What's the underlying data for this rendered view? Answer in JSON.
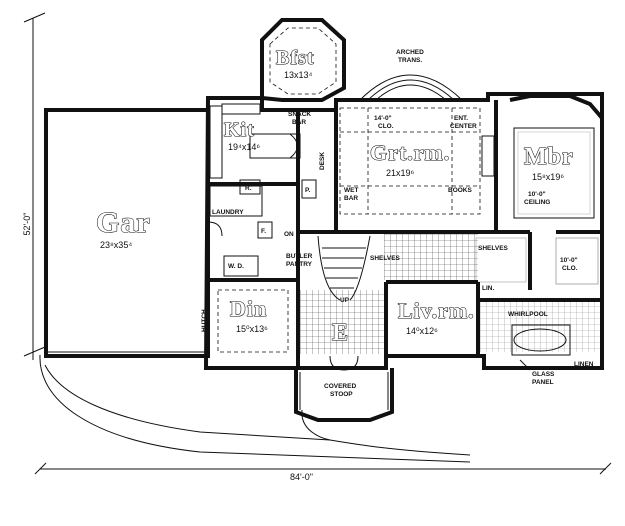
{
  "rooms": {
    "garage": {
      "name": "Gar",
      "size": "23⁸x35⁴"
    },
    "breakfast": {
      "name": "Bfst",
      "size": "13x13⁴"
    },
    "kitchen": {
      "name": "Kit",
      "size": "19⁴x14⁶"
    },
    "great_room": {
      "name": "Grt.rm.",
      "size": "21x19⁶"
    },
    "master_bedroom": {
      "name": "Mbr",
      "size": "15⁸x19⁶"
    },
    "dining": {
      "name": "Din",
      "size": "15⁰x13⁶"
    },
    "entry": {
      "name": "E"
    },
    "living_room": {
      "name": "Liv.rm.",
      "size": "14⁰x12⁶"
    }
  },
  "labels": {
    "arched_trans_1": "ARCHED",
    "arched_trans_2": "TRANS.",
    "snack_bar_1": "SNACK",
    "snack_bar_2": "BAR",
    "desk": "DESK",
    "closet_dim": "14'-0\"",
    "closet": "CLO.",
    "ent_center_1": "ENT.",
    "ent_center_2": "CENTER",
    "wet_bar_1": "WET",
    "wet_bar_2": "BAR",
    "books": "BOOKS",
    "ceiling_dim": "10'-0\"",
    "ceiling": "CEILING",
    "refrigerator": "R.",
    "pantry_p": "P.",
    "laundry": "LAUNDRY",
    "freezer": "F.",
    "on": "ON",
    "shelves_1": "SHELVES",
    "shelves_2": "SHELVES",
    "mbr_closet_dim": "10'-0\"",
    "mbr_closet": "CLO.",
    "butler_pantry_1": "BUTLER",
    "butler_pantry_2": "PANTRY",
    "washer_dryer": "W. D.",
    "linen_1": "LIN.",
    "up": "UP",
    "whirlpool": "WHIRLPOOL",
    "hutch": "HUTCH",
    "covered_stoop_1": "COVERED",
    "covered_stoop_2": "STOOP",
    "glass_panel_1": "GLASS",
    "glass_panel_2": "PANEL",
    "linen_2": "LINEN"
  },
  "dimensions": {
    "depth": "52'-0\"",
    "width": "84'-0\""
  }
}
